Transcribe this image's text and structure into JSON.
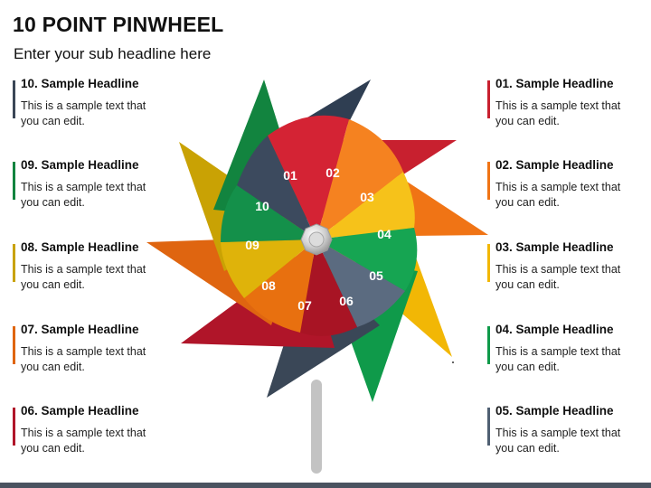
{
  "title": "10 POINT PINWHEEL",
  "subtitle": "Enter your sub headline here",
  "colors": {
    "red": "#c8202f",
    "orange": "#f07415",
    "yellow": "#f2b705",
    "green": "#0f9a4a",
    "slate": "#4f5f72",
    "crimson": "#b01529",
    "darkorange": "#df6510",
    "olive": "#c9a204",
    "darkgreen": "#12843f",
    "navy": "#2f3e52",
    "hub": "#c8c8c8",
    "stick": "#c3c3c3"
  },
  "left_items": [
    {
      "headline": "10. Sample Headline",
      "text": "This is a sample text that you can edit.",
      "color": "#3a4656"
    },
    {
      "headline": "09. Sample Headline",
      "text": "This is a sample text that you can edit.",
      "color": "#12843f"
    },
    {
      "headline": "08. Sample Headline",
      "text": "This is a sample text that you can edit.",
      "color": "#c9a204"
    },
    {
      "headline": "07. Sample Headline",
      "text": "This is a sample text that you can edit.",
      "color": "#df6510"
    },
    {
      "headline": "06. Sample Headline",
      "text": "This is a sample text that you can edit.",
      "color": "#b01529"
    }
  ],
  "right_items": [
    {
      "headline": "01. Sample Headline",
      "text": "This is a sample text that you can edit.",
      "color": "#c8202f"
    },
    {
      "headline": "02. Sample Headline",
      "text": "This is a sample text that you can edit.",
      "color": "#f07415"
    },
    {
      "headline": "03. Sample Headline",
      "text": "This is a sample text that you can edit.",
      "color": "#f2b705"
    },
    {
      "headline": "04. Sample Headline",
      "text": "This is a sample text that you can edit.",
      "color": "#0f9a4a"
    },
    {
      "headline": "05. Sample Headline",
      "text": "This is a sample text that you can edit.",
      "color": "#4f5f72"
    }
  ],
  "segments": [
    "01",
    "02",
    "03",
    "04",
    "05",
    "06",
    "07",
    "08",
    "09",
    "10"
  ]
}
